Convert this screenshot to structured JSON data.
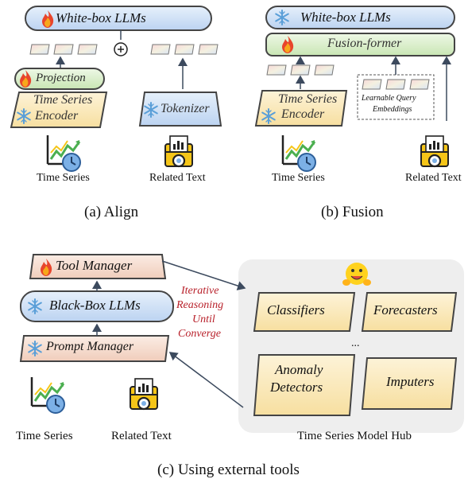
{
  "panel_a": {
    "llm_label": "White-box LLMs",
    "projection_label": "Projection",
    "encoder_label_1": "Time Series",
    "encoder_label_2": "Encoder",
    "tokenizer_label": "Tokenizer",
    "input_ts": "Time Series",
    "input_text": "Related Text",
    "caption": "(a) Align"
  },
  "panel_b": {
    "llm_label": "White-box LLMs",
    "fusion_label": "Fusion-former",
    "encoder_label_1": "Time Series",
    "encoder_label_2": "Encoder",
    "query_label_1": "Learnable Query",
    "query_label_2": "Embeddings",
    "input_ts": "Time Series",
    "input_text": "Related Text",
    "caption": "(b) Fusion"
  },
  "panel_c": {
    "tool_manager_label": "Tool Manager",
    "llm_label": "Black-Box LLMs",
    "prompt_manager_label": "Prompt Manager",
    "loop_line_1": "Iterative",
    "loop_line_2": "Reasoning",
    "loop_line_3": "Until",
    "loop_line_4": "Converge",
    "hub_items": [
      "Classifiers",
      "Forecasters",
      "Anomaly",
      "Detectors",
      "Imputers"
    ],
    "ellipsis": "...",
    "input_ts": "Time Series",
    "input_text": "Related Text",
    "hub_label": "Time Series Model Hub",
    "caption": "(c) Using external tools"
  },
  "colors": {
    "llm_fill": "#cfe0f6",
    "encoder_fill": "#fbe8b8",
    "projection_fill": "#d9efc9",
    "tool_fill": "#f6dcd0",
    "hub_bg": "#eeeeee",
    "loop_text": "#b8202a",
    "arrow": "#3c4a5e",
    "chart_green": "#4caf50",
    "chart_yellow": "#f5c518"
  },
  "icons": [
    "fire-icon",
    "snowflake-icon",
    "plus-circle-icon",
    "time-series-chart-icon",
    "clock-icon",
    "document-folder-icon",
    "hugging-face-icon",
    "token-icon"
  ]
}
